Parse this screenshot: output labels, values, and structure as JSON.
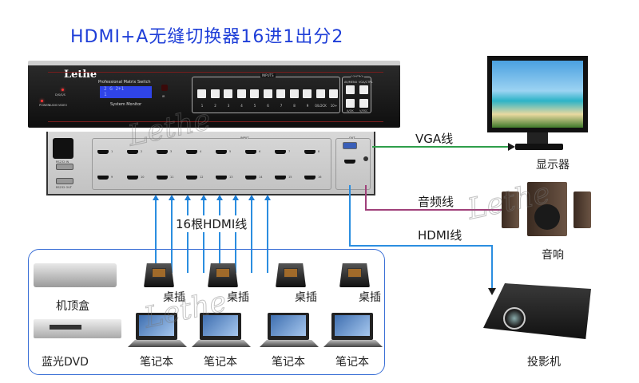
{
  "title": "HDMI+A无缝切换器16进1出分2",
  "watermark": "Lethe",
  "front_panel": {
    "logo": "Lethe",
    "model_text": "Professional Matrix Switch",
    "lcd_line1": "2 G  2+1",
    "lcd_line2": "1",
    "monitor_label": "System Monitor",
    "ir_label": "IR",
    "led_labels": [
      "AV",
      "D/S/S/S",
      "POWER",
      "AUDIO",
      "VIDEO"
    ],
    "inputs_label": "INPUTS",
    "input_buttons": [
      "1",
      "2",
      "3",
      "4",
      "5",
      "6",
      "7",
      "8",
      "9",
      "0/LOCK",
      "10+"
    ],
    "control_label": "CONTROL",
    "control_buttons": [
      "AV/MENU",
      "VGA/CTRL",
      "A/OK",
      "V/ESC"
    ]
  },
  "back_panel": {
    "input_label": "INPUT",
    "output_label": "OUT",
    "ports": [
      "1",
      "2",
      "3",
      "4",
      "5",
      "6",
      "7",
      "8",
      "9",
      "10",
      "11",
      "12",
      "13",
      "14",
      "15",
      "16"
    ],
    "serial_labels": [
      "RS232 IN",
      "RS232 OUT"
    ]
  },
  "cables": {
    "vga": "VGA线",
    "audio": "音频线",
    "hdmi": "HDMI线",
    "inputs": "16根HDMI线"
  },
  "outputs": {
    "monitor": "显示器",
    "speakers": "音响",
    "projector": "投影机"
  },
  "sources": {
    "set_top_box": "机顶盒",
    "bluray": "蓝光DVD",
    "outlets": [
      "桌插",
      "桌插",
      "桌插",
      "桌插"
    ],
    "laptops": [
      "笔记本",
      "笔记本",
      "笔记本",
      "笔记本"
    ]
  },
  "colors": {
    "title": "#1f3fd8",
    "vga_line": "#2e9e4a",
    "audio_line": "#a0407a",
    "hdmi_line": "#2b8ee0",
    "group_border": "#3a6fd6"
  }
}
